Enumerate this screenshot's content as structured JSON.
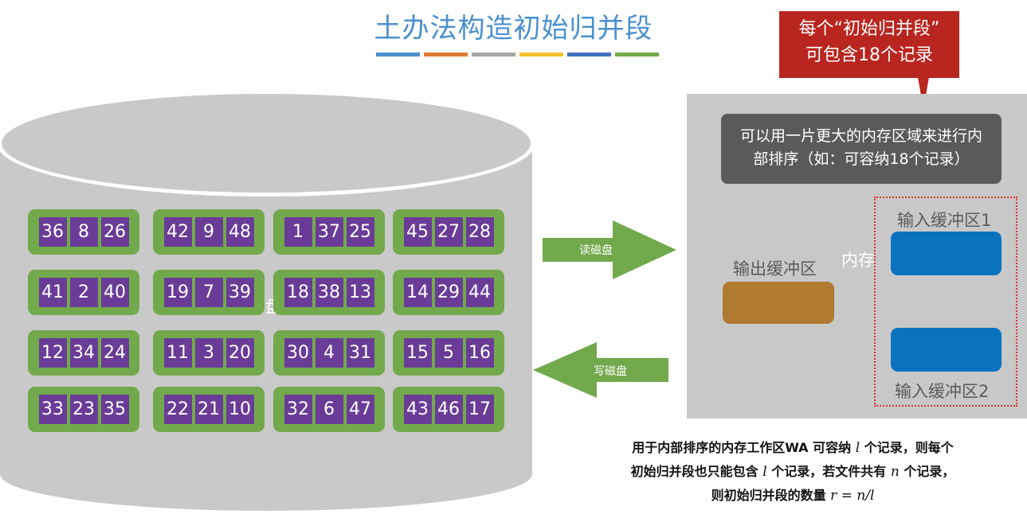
{
  "title": "土办法构造初始归并段",
  "title_bar_colors": [
    "#4a90cf",
    "#e07b32",
    "#a6a6a6",
    "#f2c12e",
    "#4472c4",
    "#70ad47"
  ],
  "callout": {
    "line1": "每个“初始归并段”",
    "line2": "可包含18个记录"
  },
  "disk": {
    "hidden_label": "盘",
    "segments": [
      [
        "36",
        "8",
        "26"
      ],
      [
        "42",
        "9",
        "48"
      ],
      [
        "1",
        "37",
        "25"
      ],
      [
        "45",
        "27",
        "28"
      ],
      [
        "41",
        "2",
        "40"
      ],
      [
        "19",
        "7",
        "39"
      ],
      [
        "18",
        "38",
        "13"
      ],
      [
        "14",
        "29",
        "44"
      ],
      [
        "12",
        "34",
        "24"
      ],
      [
        "11",
        "3",
        "20"
      ],
      [
        "30",
        "4",
        "31"
      ],
      [
        "15",
        "5",
        "16"
      ],
      [
        "33",
        "23",
        "35"
      ],
      [
        "22",
        "21",
        "10"
      ],
      [
        "32",
        "6",
        "47"
      ],
      [
        "43",
        "46",
        "17"
      ]
    ]
  },
  "arrows": {
    "read": "读磁盘",
    "write": "写磁盘"
  },
  "memory": {
    "note_line1": "可以用一片更大的内存区域来进行内",
    "note_line2": "部排序（如：可容纳18个记录）",
    "label": "内存",
    "output_buffer": "输出缓冲区",
    "input_buffer_1": "输入缓冲区1",
    "input_buffer_2": "输入缓冲区2"
  },
  "footnote": {
    "l1a": "用于内部排序的内存工作区WA 可容纳 ",
    "var_l": "l",
    "l1b": " 个记录，则每个",
    "l2a": "初始归并段也只能包含 ",
    "l2b": " 个记录，若文件共有 ",
    "var_n": "n",
    "l2c": " 个记录，",
    "l3a": "则初始归并段的数量 ",
    "formula": "r = n/l"
  }
}
